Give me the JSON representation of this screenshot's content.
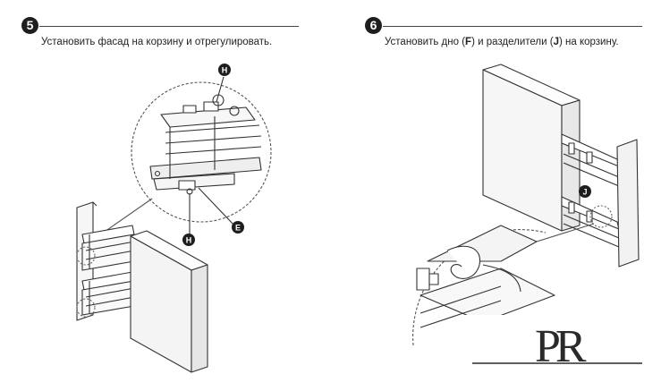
{
  "step5": {
    "number": "5",
    "text_before": "Установить фасад на корзину и отрегулировать.",
    "callouts": [
      "H",
      "H",
      "E"
    ]
  },
  "step6": {
    "number": "6",
    "text_prefix": "Установить дно (",
    "part_f": "F",
    "text_middle": ") и разделители (",
    "part_j": "J",
    "text_suffix": ") на корзину.",
    "callouts": [
      "J"
    ]
  },
  "logo": {
    "letters": "PR"
  },
  "colors": {
    "ink": "#1e1e1e",
    "line": "#333333",
    "panel": "#f4f4f4"
  }
}
